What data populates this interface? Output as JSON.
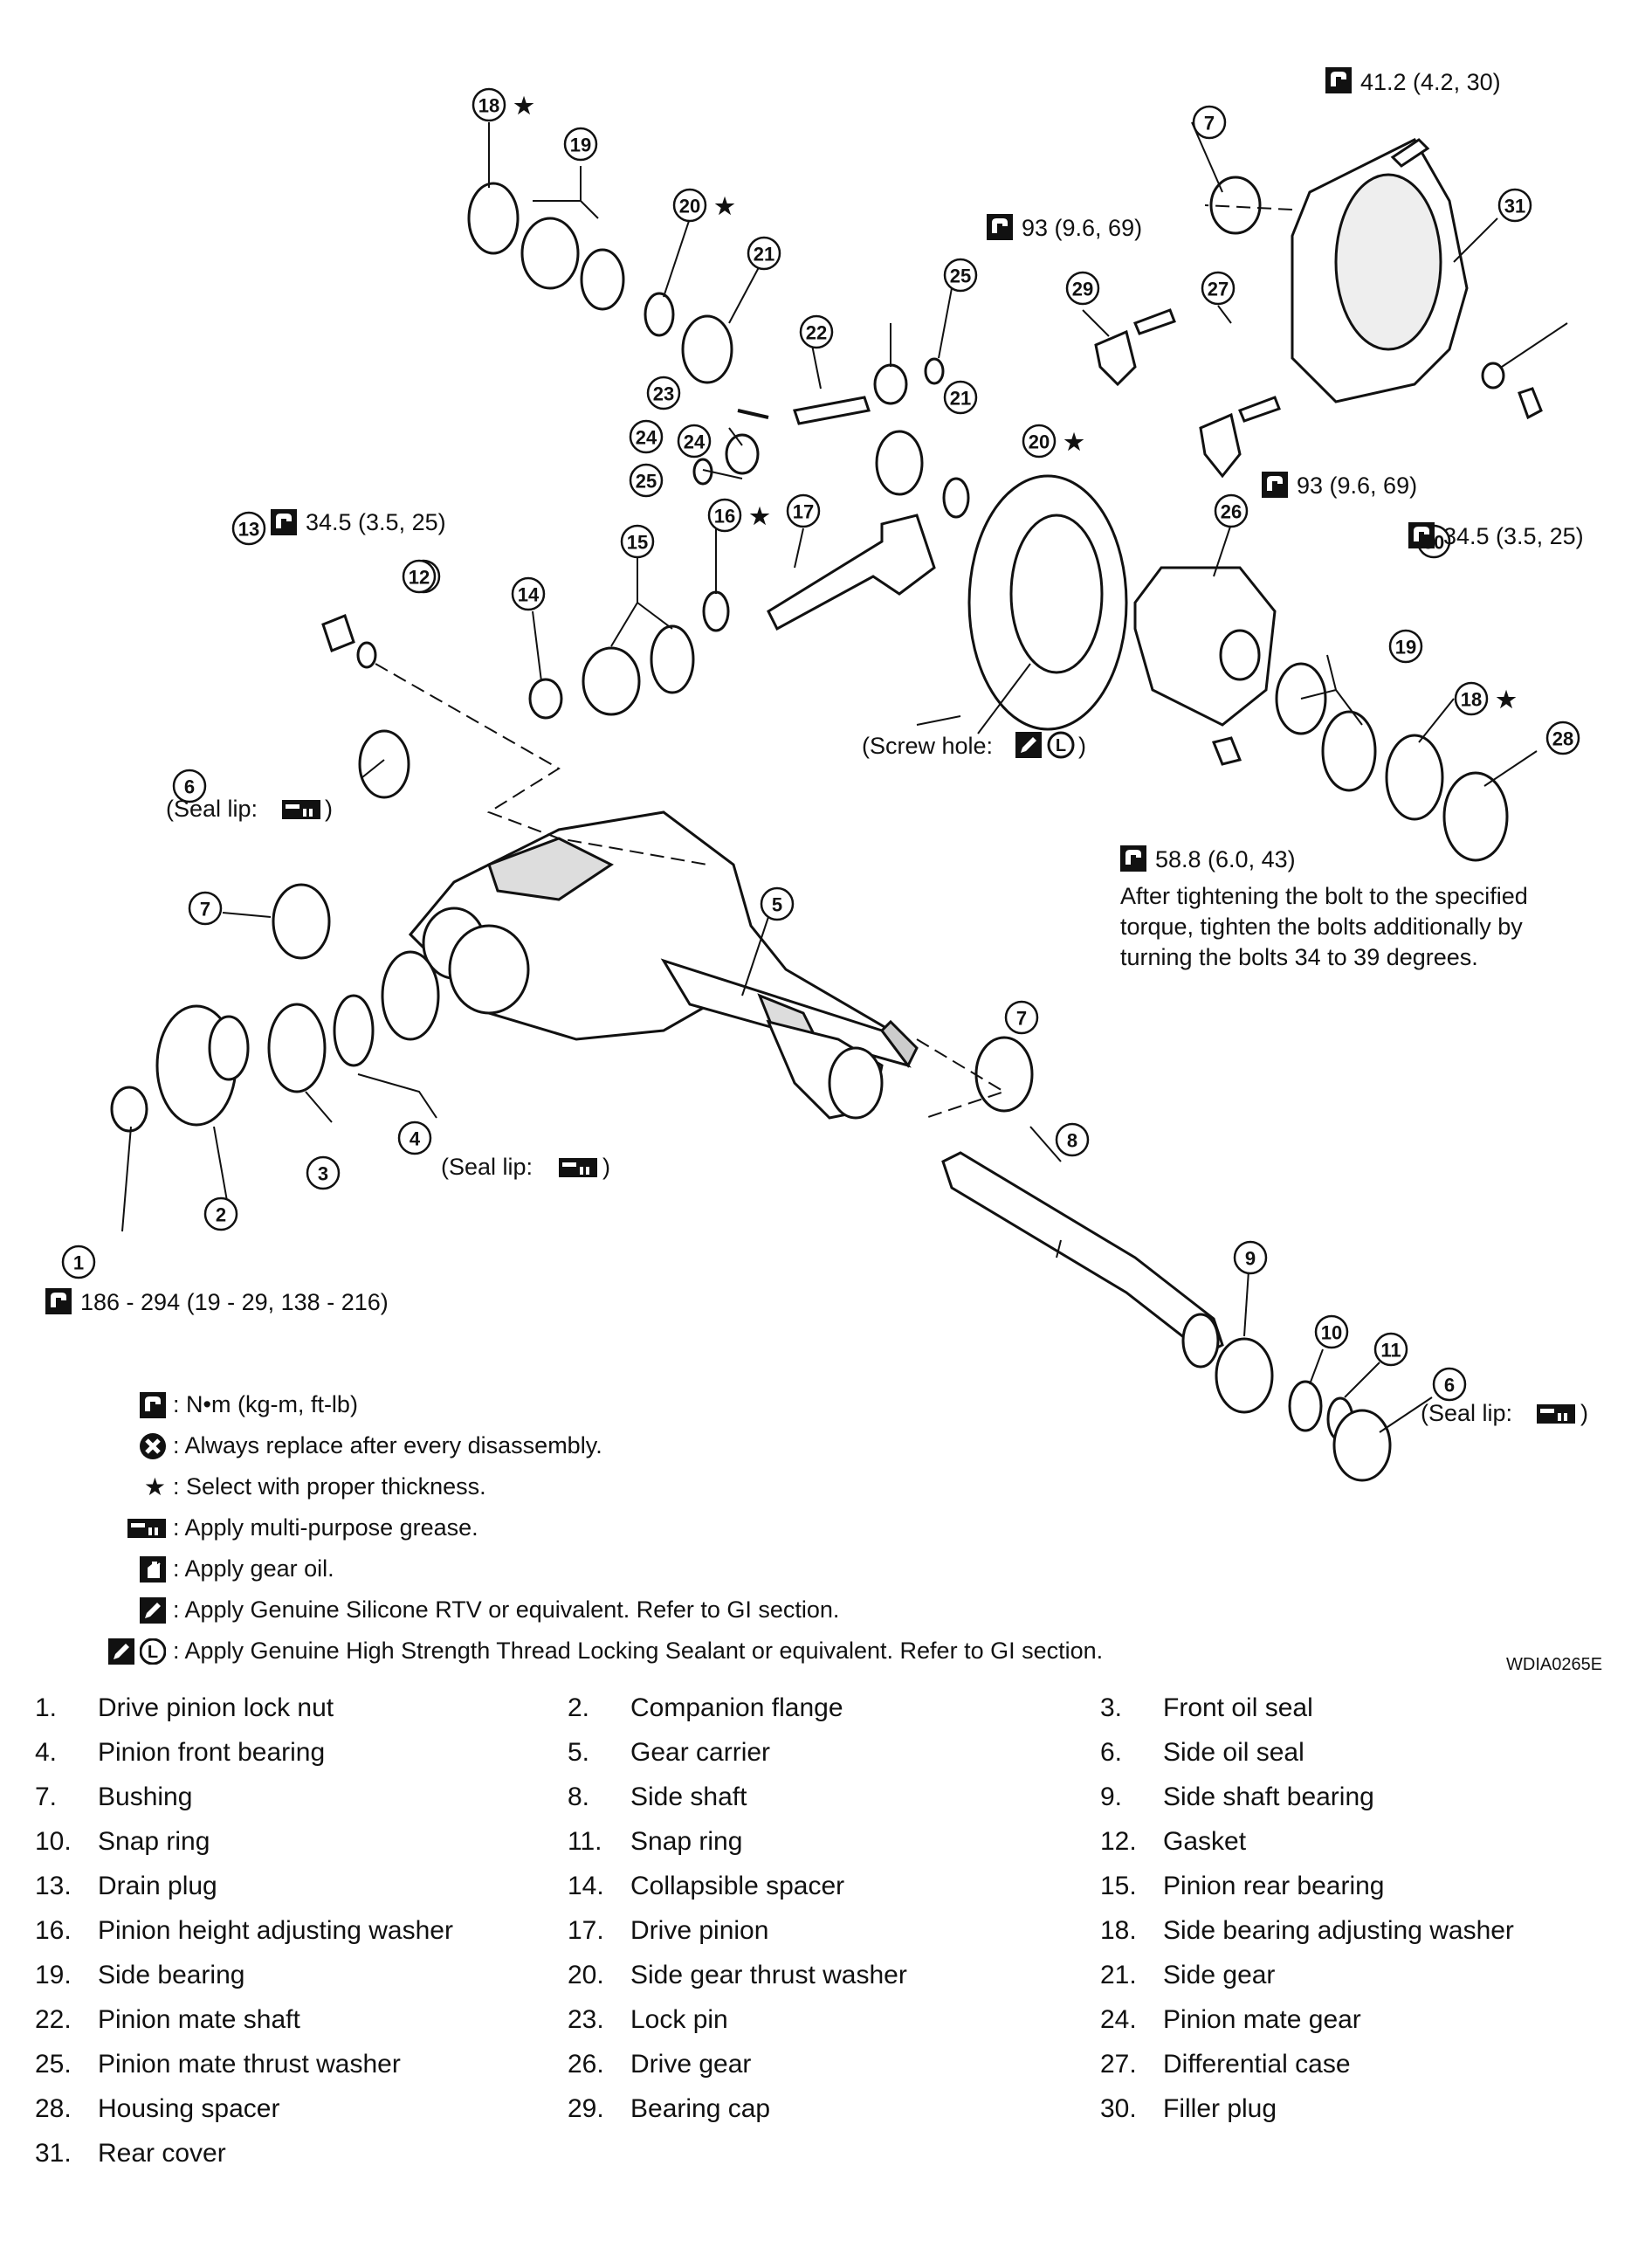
{
  "diagram": {
    "callouts": [
      {
        "n": "18",
        "star": true
      },
      {
        "n": "19"
      },
      {
        "n": "20",
        "star": true
      },
      {
        "n": "21"
      },
      {
        "n": "22"
      },
      {
        "n": "23"
      },
      {
        "n": "24"
      },
      {
        "n": "25"
      },
      {
        "n": "17"
      },
      {
        "n": "16",
        "star": true
      },
      {
        "n": "15"
      },
      {
        "n": "14"
      },
      {
        "n": "13"
      },
      {
        "n": "12"
      },
      {
        "n": "7"
      },
      {
        "n": "31"
      },
      {
        "n": "29"
      },
      {
        "n": "27"
      },
      {
        "n": "26"
      },
      {
        "n": "30"
      },
      {
        "n": "28"
      },
      {
        "n": "6"
      },
      {
        "n": "5"
      },
      {
        "n": "4"
      },
      {
        "n": "3"
      },
      {
        "n": "2"
      },
      {
        "n": "1"
      },
      {
        "n": "8"
      },
      {
        "n": "9"
      },
      {
        "n": "10"
      },
      {
        "n": "11"
      }
    ],
    "torque_rear_cover_bolt": "41.2 (4.2, 30)",
    "torque_bearing_cap_upper": "93 (9.6, 69)",
    "torque_bearing_cap_lower": "93 (9.6, 69)",
    "torque_drain_plug": "34.5 (3.5, 25)",
    "torque_filler_plug": "34.5 (3.5, 25)",
    "torque_drive_gear": "58.8 (6.0, 43)",
    "torque_drive_gear_note_1": "After tightening the bolt to the specified",
    "torque_drive_gear_note_2": "torque, tighten the bolts additionally by",
    "torque_drive_gear_note_3": "turning the bolts 34 to 39 degrees.",
    "torque_pinion_nut": "186 - 294 (19 - 29, 138 - 216)",
    "screw_hole_prefix": "(Screw hole:",
    "screw_hole_suffix": ")",
    "seal_lip_prefix": "(Seal lip:",
    "seal_lip_suffix": ")"
  },
  "legend": [
    {
      "icon": "torque-wrench-icon",
      "text": ": N•m (kg-m, ft-lb)"
    },
    {
      "icon": "replace-x-icon",
      "text": ": Always replace after every disassembly."
    },
    {
      "icon": "star-icon",
      "text": ": Select with proper thickness."
    },
    {
      "icon": "grease-icon",
      "text": ": Apply multi-purpose grease."
    },
    {
      "icon": "gear-oil-icon",
      "text": ": Apply gear oil."
    },
    {
      "icon": "silicone-rtv-icon",
      "text": ": Apply Genuine Silicone RTV or equivalent. Refer to GI section."
    },
    {
      "icon": "thread-locking-icon",
      "text": ": Apply Genuine High Strength Thread Locking Sealant or equivalent. Refer to GI section."
    }
  ],
  "figure_code": "WDIA0265E",
  "parts": [
    {
      "num": "1.",
      "name": "Drive pinion lock nut"
    },
    {
      "num": "2.",
      "name": "Companion flange"
    },
    {
      "num": "3.",
      "name": "Front oil seal"
    },
    {
      "num": "4.",
      "name": "Pinion front bearing"
    },
    {
      "num": "5.",
      "name": "Gear carrier"
    },
    {
      "num": "6.",
      "name": "Side oil seal"
    },
    {
      "num": "7.",
      "name": "Bushing"
    },
    {
      "num": "8.",
      "name": "Side shaft"
    },
    {
      "num": "9.",
      "name": "Side shaft bearing"
    },
    {
      "num": "10.",
      "name": "Snap ring"
    },
    {
      "num": "11.",
      "name": "Snap ring"
    },
    {
      "num": "12.",
      "name": "Gasket"
    },
    {
      "num": "13.",
      "name": "Drain plug"
    },
    {
      "num": "14.",
      "name": "Collapsible spacer"
    },
    {
      "num": "15.",
      "name": "Pinion rear bearing"
    },
    {
      "num": "16.",
      "name": "Pinion height adjusting washer"
    },
    {
      "num": "17.",
      "name": "Drive pinion"
    },
    {
      "num": "18.",
      "name": "Side bearing adjusting washer"
    },
    {
      "num": "19.",
      "name": "Side bearing"
    },
    {
      "num": "20.",
      "name": "Side gear thrust washer"
    },
    {
      "num": "21.",
      "name": "Side gear"
    },
    {
      "num": "22.",
      "name": "Pinion mate shaft"
    },
    {
      "num": "23.",
      "name": "Lock pin"
    },
    {
      "num": "24.",
      "name": "Pinion mate gear"
    },
    {
      "num": "25.",
      "name": "Pinion mate thrust washer"
    },
    {
      "num": "26.",
      "name": "Drive gear"
    },
    {
      "num": "27.",
      "name": "Differential case"
    },
    {
      "num": "28.",
      "name": "Housing spacer"
    },
    {
      "num": "29.",
      "name": "Bearing cap"
    },
    {
      "num": "30.",
      "name": "Filler plug"
    },
    {
      "num": "31.",
      "name": "Rear cover"
    }
  ]
}
